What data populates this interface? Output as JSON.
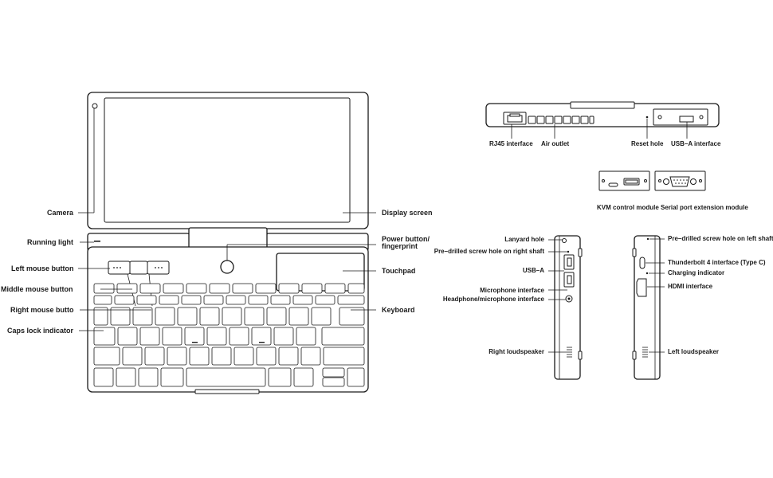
{
  "laptop_labels": {
    "camera": "Camera",
    "running_light": "Running light",
    "left_mouse_button": "Left mouse button",
    "middle_mouse_button": "Middle mouse button",
    "right_mouse_button": "Right mouse butto",
    "caps_lock_indicator": "Caps lock indicator",
    "display_screen": "Display screen",
    "power_button_line1": "Power button/",
    "power_button_line2": "fingerprint",
    "touchpad": "Touchpad",
    "keyboard": "Keyboard"
  },
  "back_view_labels": {
    "rj45": "RJ45 interface",
    "air_outlet": "Air outlet",
    "reset_hole": "Reset hole",
    "usb_a": "USB–A interface"
  },
  "module_labels": {
    "kvm": "KVM control module",
    "serial": "Serial port extension module"
  },
  "right_side_labels": {
    "lanyard_hole": "Lanyard hole",
    "screw_hole_right": "Pre–drilled screw hole on right shaft",
    "usb_a": "USB–A",
    "microphone": "Microphone interface",
    "headphone": "Headphone/microphone interface",
    "right_loudspeaker": "Right loudspeaker"
  },
  "left_side_labels": {
    "screw_hole_left": "Pre–drilled screw hole on left shaft",
    "thunderbolt": "Thunderbolt 4 interface (Type C)",
    "charging_indicator": "Charging indicator",
    "hdmi": "HDMI interface",
    "left_loudspeaker": "Left loudspeaker"
  }
}
